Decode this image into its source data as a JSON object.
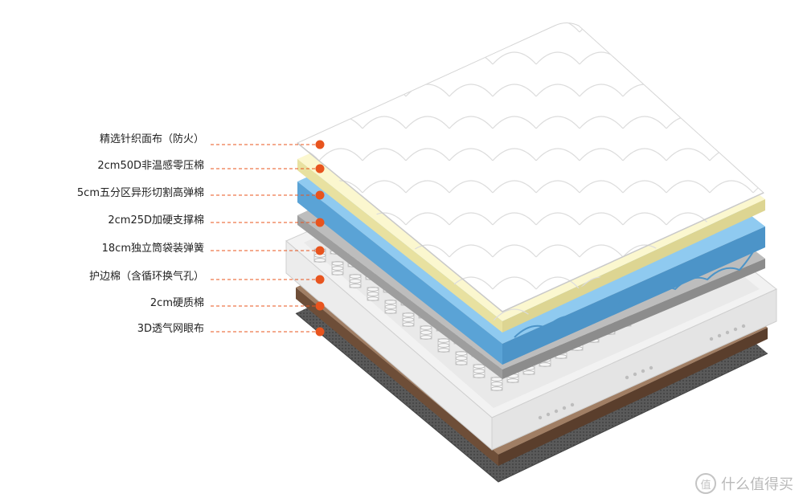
{
  "layers": [
    {
      "label": "精选针织面布（防火）"
    },
    {
      "label": "2cm50D非温感零压棉"
    },
    {
      "label": "5cm五分区异形切割高弹棉"
    },
    {
      "label": "2cm25D加硬支撑棉"
    },
    {
      "label": "18cm独立筒袋装弹簧"
    },
    {
      "label": "护边棉（含循环换气孔）"
    },
    {
      "label": "2cm硬质棉"
    },
    {
      "label": "3D透气网眼布"
    }
  ],
  "colors": {
    "callout_dot": "#e8541e",
    "callout_line": "#e8541e",
    "fabric": "#ffffff",
    "cream_foam": "#f8f3c4",
    "blue_foam": "#7fbfe8",
    "gray_foam": "#b5b5b5",
    "hard_cotton": "#8a6a52",
    "mesh": "#555555"
  },
  "watermark": {
    "logo": "值",
    "text": "什么值得买"
  }
}
